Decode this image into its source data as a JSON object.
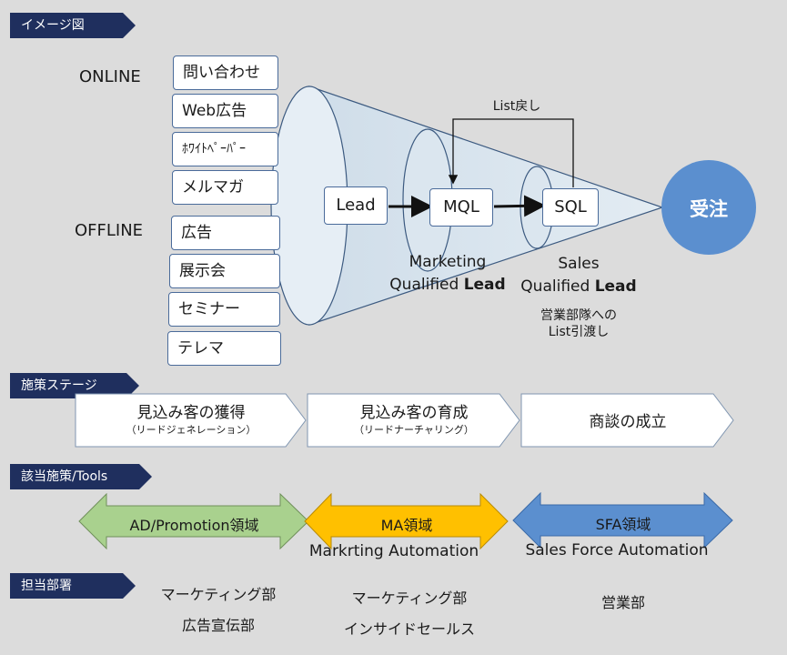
{
  "sections": {
    "image": "イメージ図",
    "stages": "施策ステージ",
    "tools": "該当施策/Tools",
    "depts": "担当部署"
  },
  "channels": {
    "online_label": "ONLINE",
    "offline_label": "OFFLINE",
    "online": [
      "問い合わせ",
      "Web広告",
      "ﾎﾜｲﾄﾍﾟｰﾊﾟｰ",
      "メルマガ"
    ],
    "offline": [
      "広告",
      "展示会",
      "セミナー",
      "テレマ"
    ]
  },
  "funnel": {
    "lead": "Lead",
    "mql": "MQL",
    "sql": "SQL",
    "order": "受注",
    "list_return": "List戻し",
    "mql_caption_1": "Marketing",
    "mql_caption_2a": "Qualified ",
    "mql_caption_2b": "Lead",
    "sql_caption_1": "Sales",
    "sql_caption_2a": "Qualified ",
    "sql_caption_2b": "Lead",
    "handover_1": "営業部隊への",
    "handover_2": "List引渡し"
  },
  "stages": [
    {
      "title": "見込み客の獲得",
      "sub": "（リードジェネレーション）"
    },
    {
      "title": "見込み客の育成",
      "sub": "（リードナーチャリング）"
    },
    {
      "title": "商談の成立",
      "sub": ""
    }
  ],
  "tools": [
    {
      "label": "AD/Promotion領域",
      "caption": "",
      "color": "#a9d18e"
    },
    {
      "label": "MA領域",
      "caption": "Markrting Automation",
      "color": "#ffc000"
    },
    {
      "label": "SFA領域",
      "caption": "Sales Force Automation",
      "color": "#5b8fcf"
    }
  ],
  "departments": [
    {
      "line1": "マーケティング部",
      "line2": "広告宣伝部"
    },
    {
      "line1": "マーケティング部",
      "line2": "インサイドセールス"
    },
    {
      "line1": "営業部",
      "line2": ""
    }
  ],
  "colors": {
    "navy": "#1f2f5e",
    "funnel_fill": "#d6e2ec",
    "order_circle": "#5b8fcf"
  }
}
